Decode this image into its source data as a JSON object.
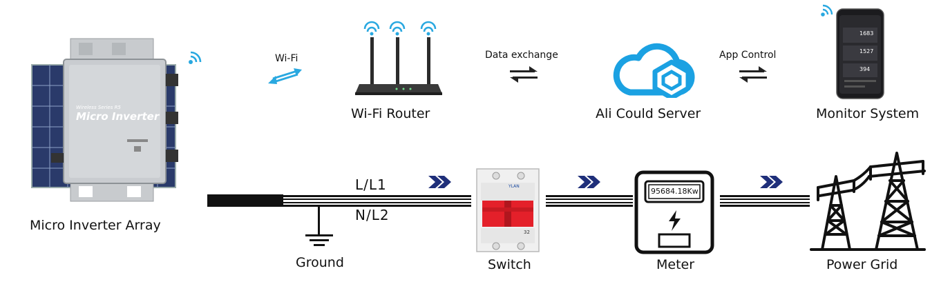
{
  "devices": {
    "micro_inverter_array": {
      "label": "Micro Inverter Array",
      "panel_text_brand": "Wireless Series R5",
      "panel_text_title": "Micro Inverter"
    },
    "router": {
      "label": "Wi-Fi Router"
    },
    "cloud": {
      "label": "Ali Could Server"
    },
    "phone": {
      "label": "Monitor System",
      "readings": [
        "1683",
        "1527",
        "394"
      ]
    },
    "switch": {
      "label": "Switch",
      "brand": "YLAN",
      "rating": "32"
    },
    "meter": {
      "label": "Meter",
      "display_value": "95684.18Kw"
    },
    "grid": {
      "label": "Power Grid"
    },
    "ground": {
      "label": "Ground"
    }
  },
  "links": {
    "wifi": "Wi-Fi",
    "data_exchange": "Data exchange",
    "app_control": "App Control"
  },
  "wires": {
    "line_label": "L/L1",
    "neutral_label": "N/L2"
  },
  "colors": {
    "wifi_blue": "#29a8e0",
    "cloud_blue": "#1ba1e2",
    "arrow_navy": "#1f2f7a",
    "switch_red": "#e4202a",
    "wire_black": "#111111"
  }
}
